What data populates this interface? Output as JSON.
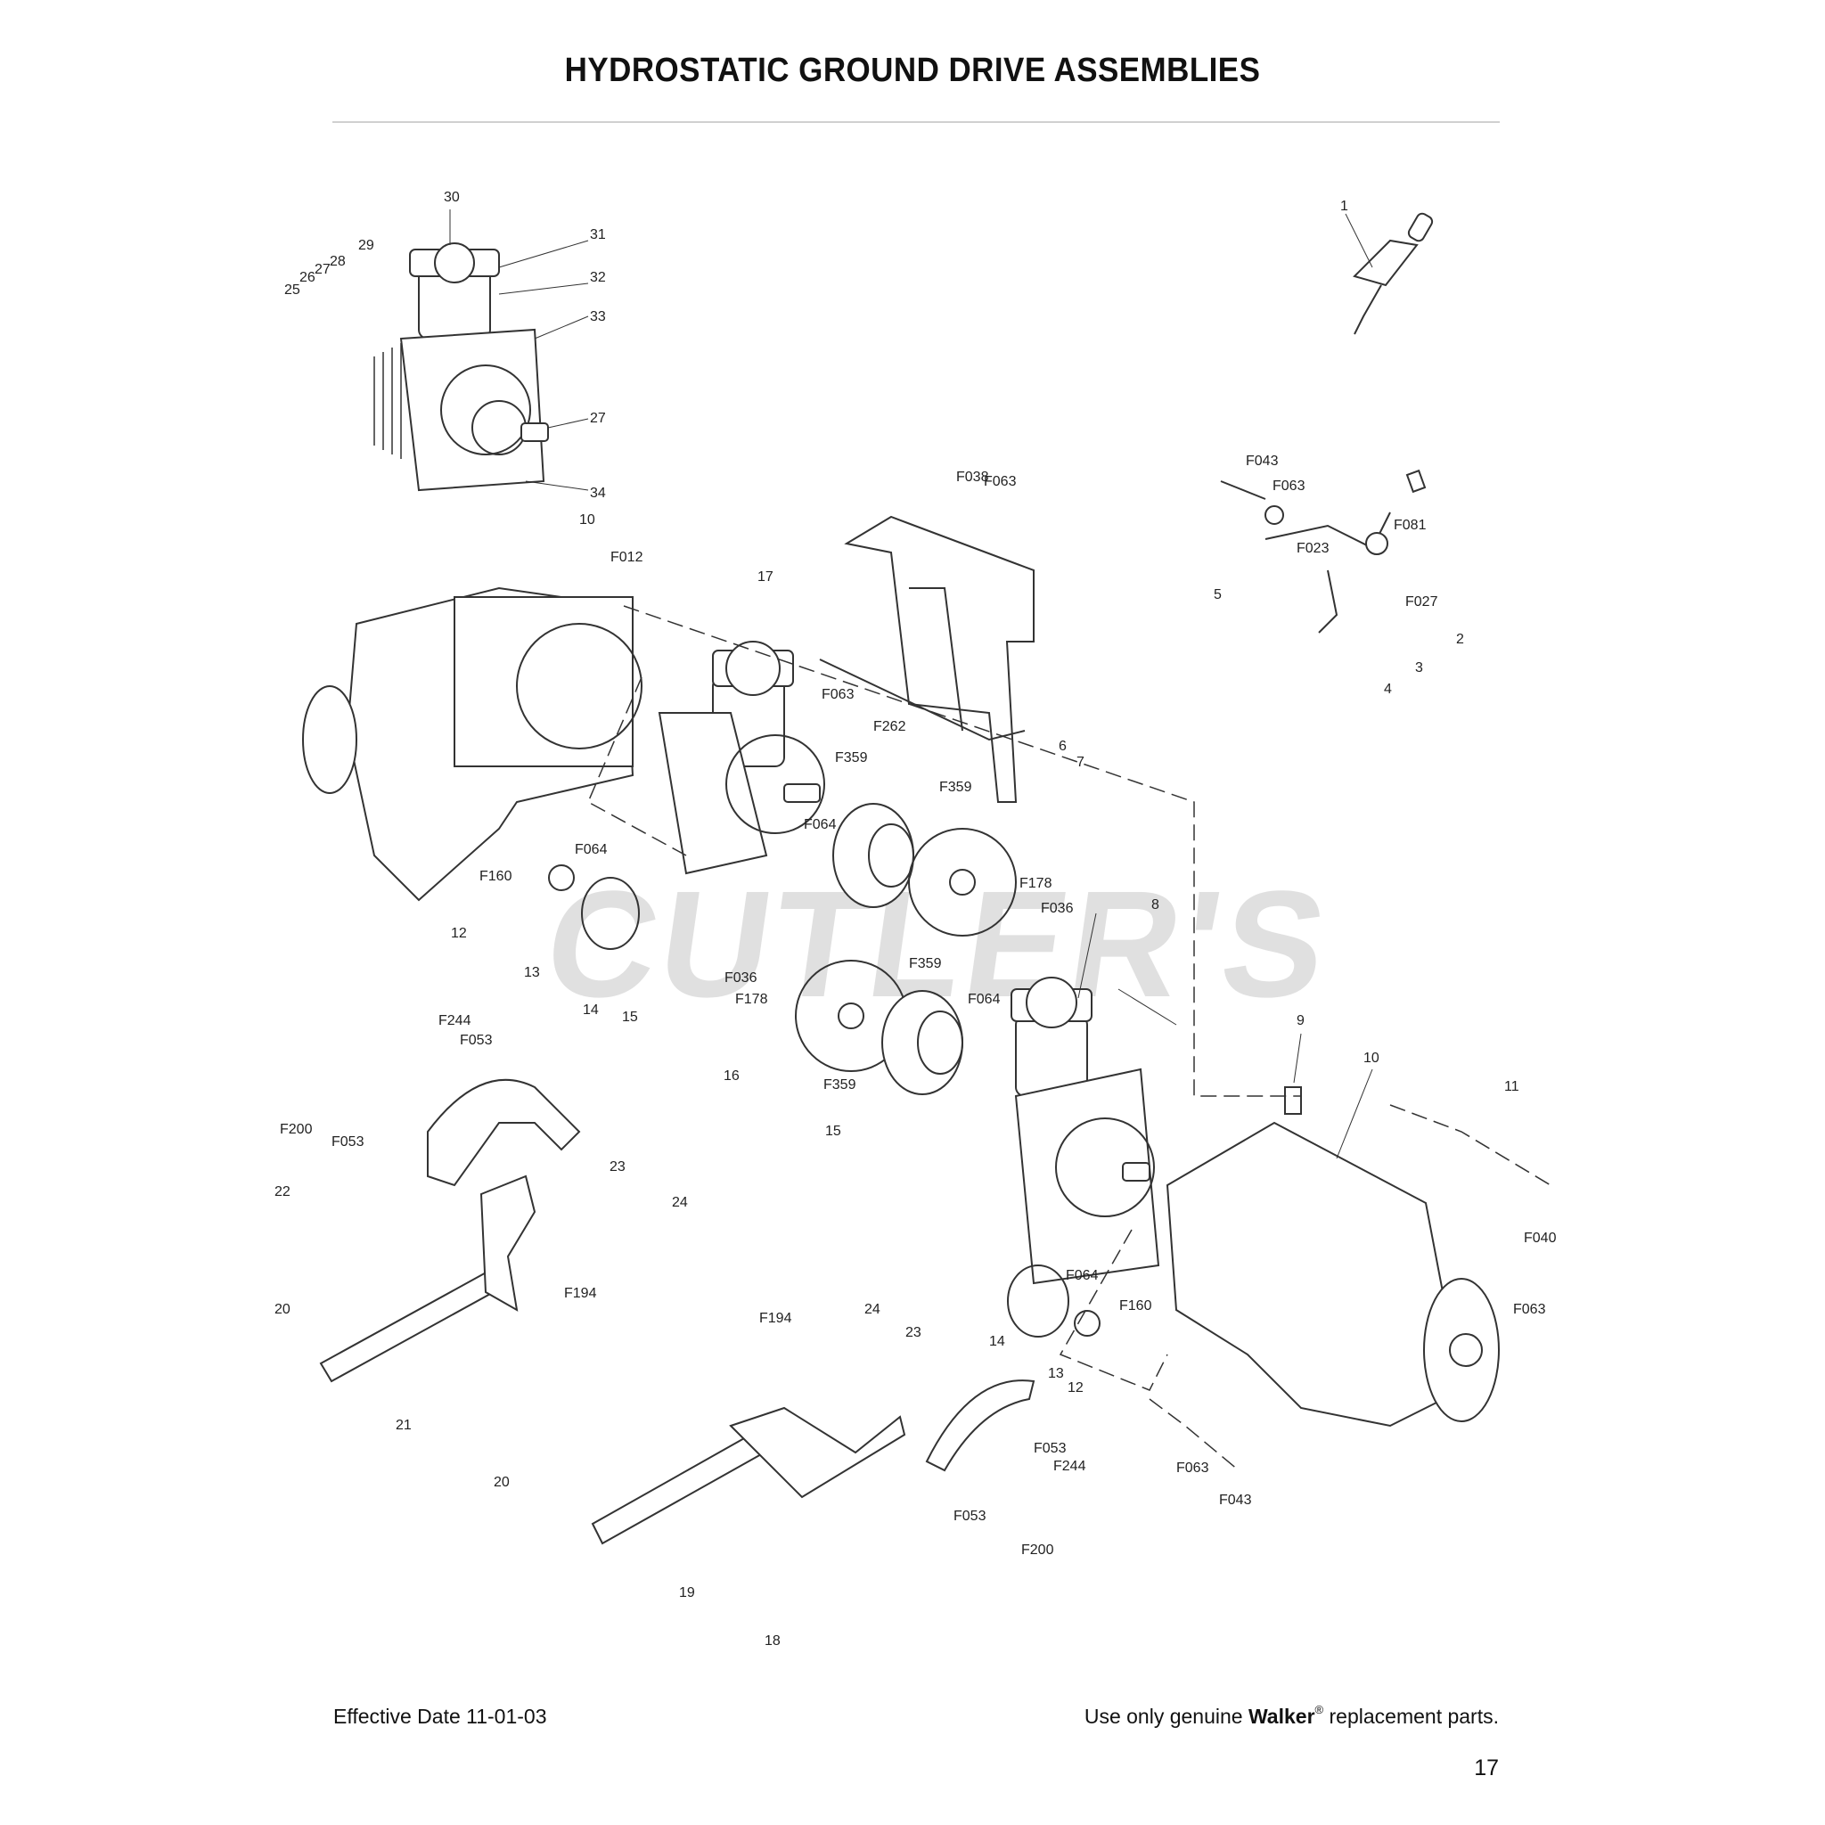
{
  "page": {
    "title": "HYDROSTATIC GROUND DRIVE ASSEMBLIES",
    "footer_left": "Effective Date 11-01-03",
    "footer_right_prefix": "Use only genuine ",
    "footer_right_brand": "Walker",
    "footer_right_mark": "®",
    "footer_right_suffix": " replacement parts.",
    "page_number": "17",
    "watermark": "CUTLER'S"
  },
  "diagram": {
    "part_labels": [
      "30",
      "31",
      "32",
      "33",
      "29",
      "28",
      "27",
      "26",
      "25",
      "27",
      "34",
      "1",
      "F043",
      "F063",
      "F023",
      "F081",
      "F027",
      "5",
      "4",
      "3",
      "2",
      "F038",
      "F063",
      "10",
      "F012",
      "17",
      "F063",
      "F262",
      "F359",
      "F359",
      "F064",
      "6",
      "7",
      "F064",
      "F160",
      "12",
      "13",
      "14",
      "15",
      "F178",
      "F036",
      "F036",
      "F178",
      "16",
      "F359",
      "F064",
      "F359",
      "15",
      "8",
      "9",
      "10",
      "11",
      "F040",
      "F063",
      "F244",
      "F053",
      "F200",
      "F053",
      "22",
      "23",
      "24",
      "F194",
      "20",
      "21",
      "F064",
      "F160",
      "14",
      "13",
      "12",
      "F194",
      "24",
      "23",
      "20",
      "19",
      "F053",
      "F244",
      "F053",
      "F200",
      "18",
      "F063",
      "F043"
    ]
  }
}
